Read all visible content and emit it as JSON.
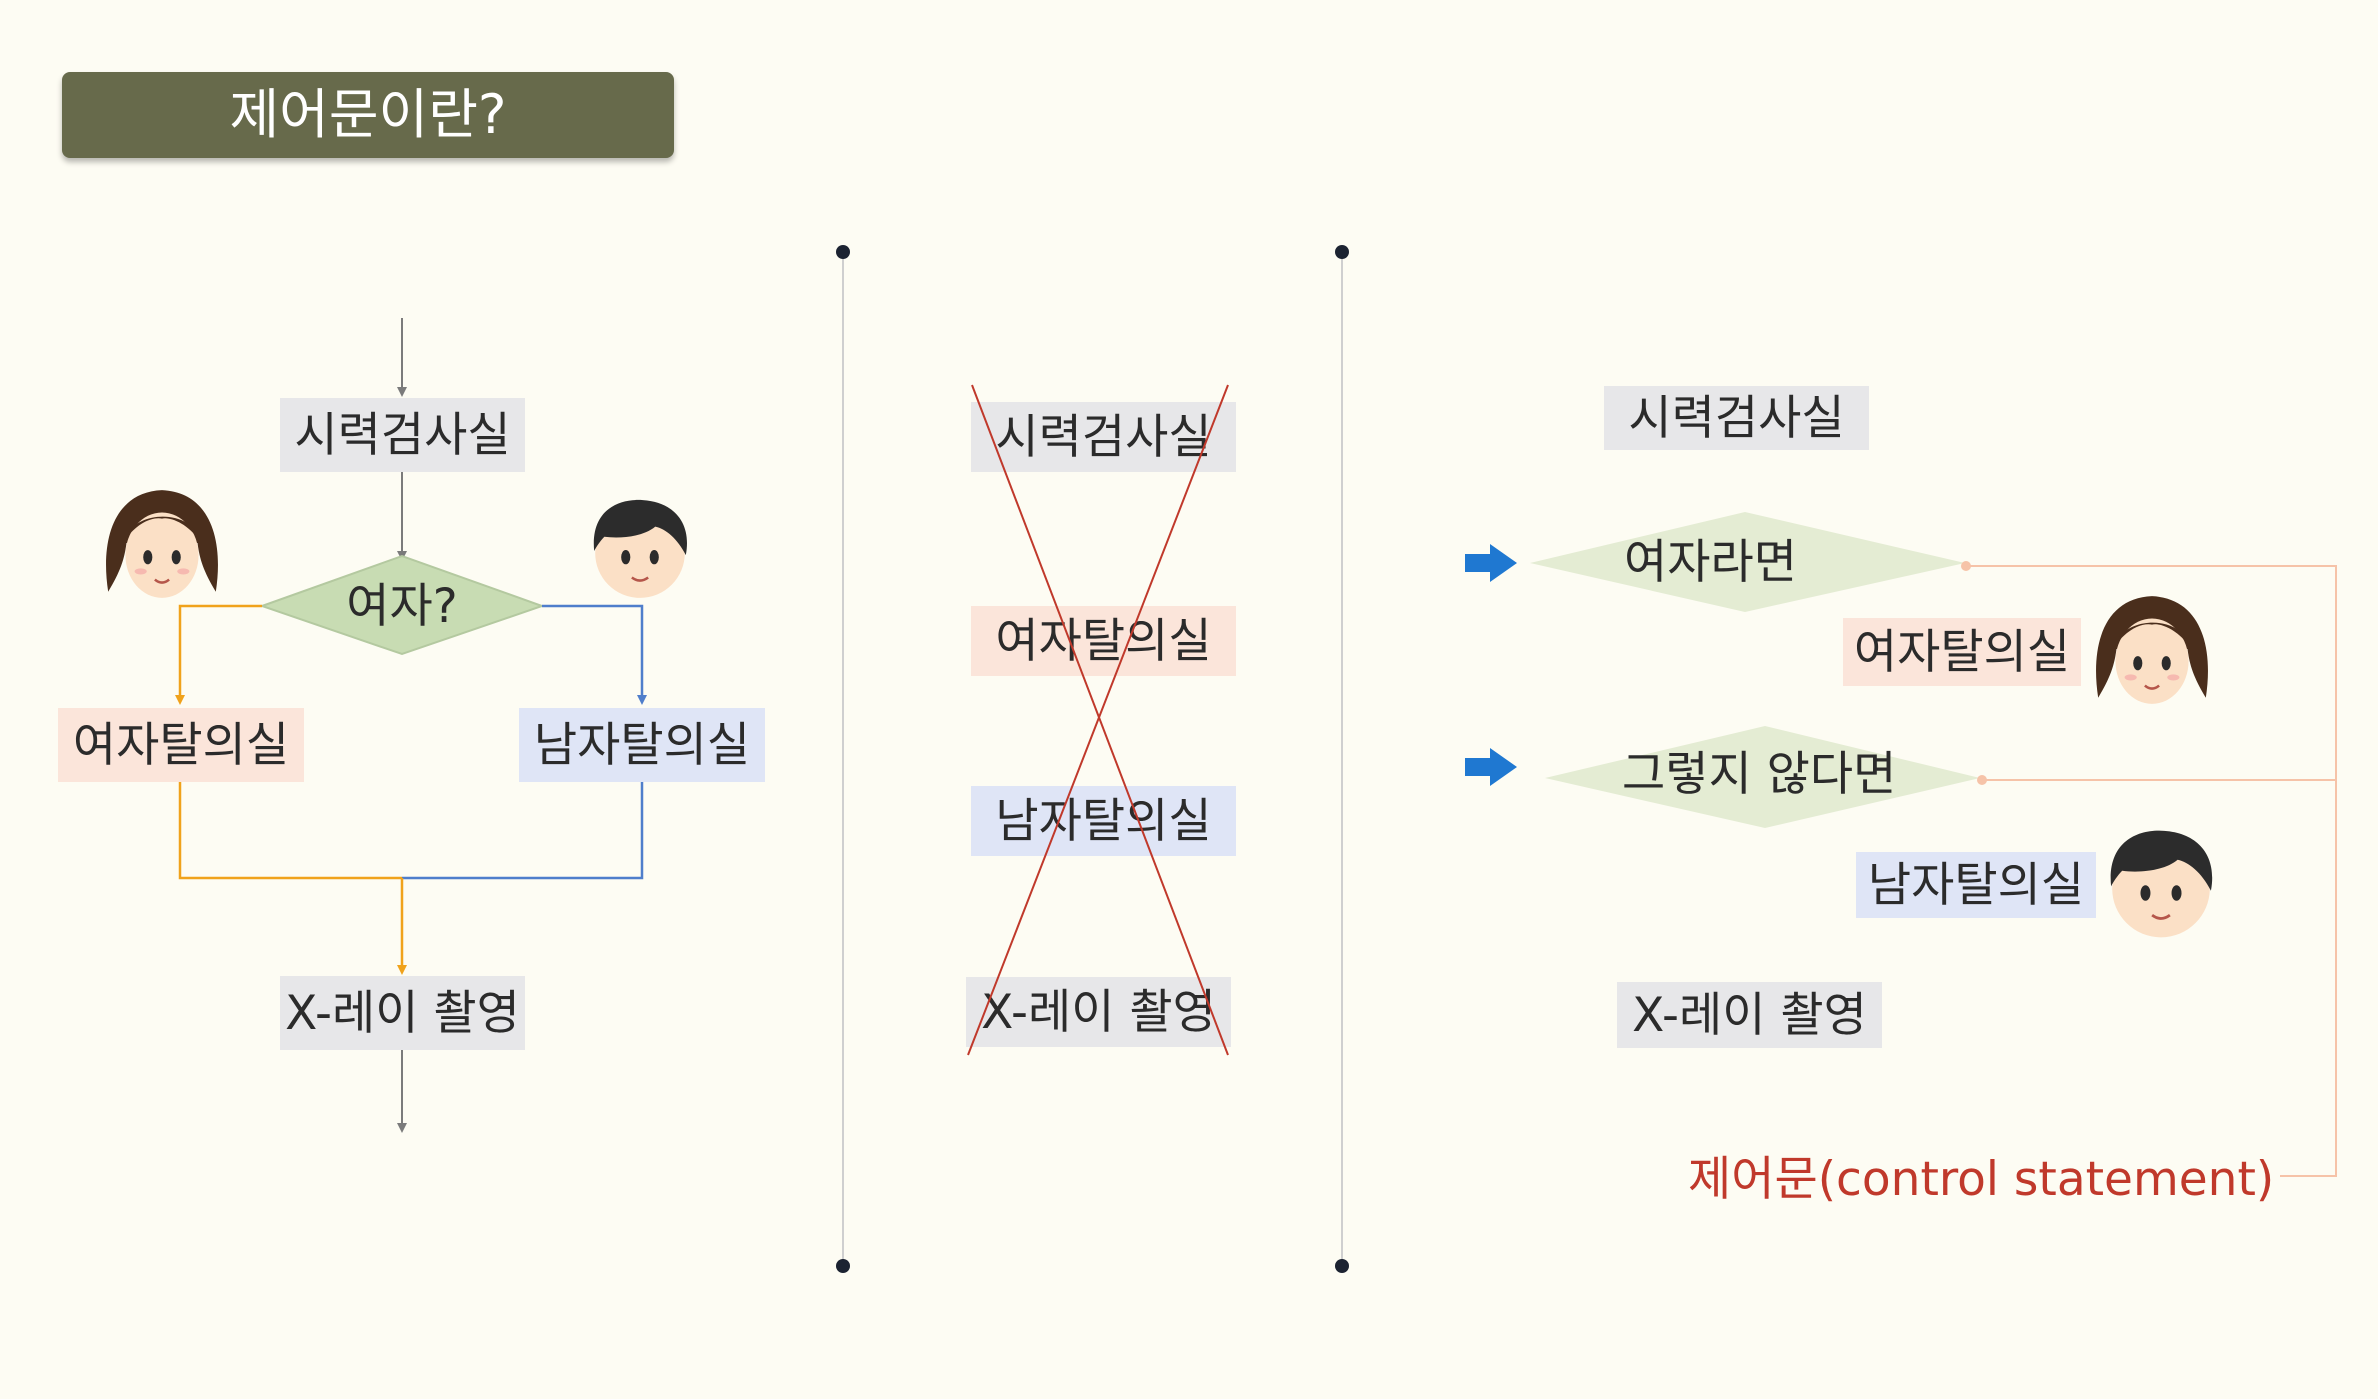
{
  "title": "제어문이란?",
  "flowchart": {
    "start_box": "시력검사실",
    "decision": "여자?",
    "female_room": "여자탈의실",
    "male_room": "남자탈의실",
    "end_box": "X-레이 촬영"
  },
  "sequential": {
    "steps": [
      "시력검사실",
      "여자탈의실",
      "남자탈의실",
      "X-레이 촬영"
    ]
  },
  "control": {
    "start_box": "시력검사실",
    "if_condition": "여자라면",
    "if_action": "여자탈의실",
    "else_condition": "그렇지 않다면",
    "else_action": "남자탈의실",
    "end_box": "X-레이 촬영",
    "caption": "제어문(control statement)"
  },
  "icons": [
    "girl-face-icon",
    "boy-face-icon",
    "right-arrow-icon"
  ],
  "colors": {
    "title_bg": "#676a4b",
    "female_path": "#f0a21b",
    "male_path": "#4f7ecb",
    "decision_fill": "#c8dcb3",
    "cross_out": "#c0392b",
    "arrow_blue": "#1f78d1",
    "caption_red": "#c0392b"
  }
}
